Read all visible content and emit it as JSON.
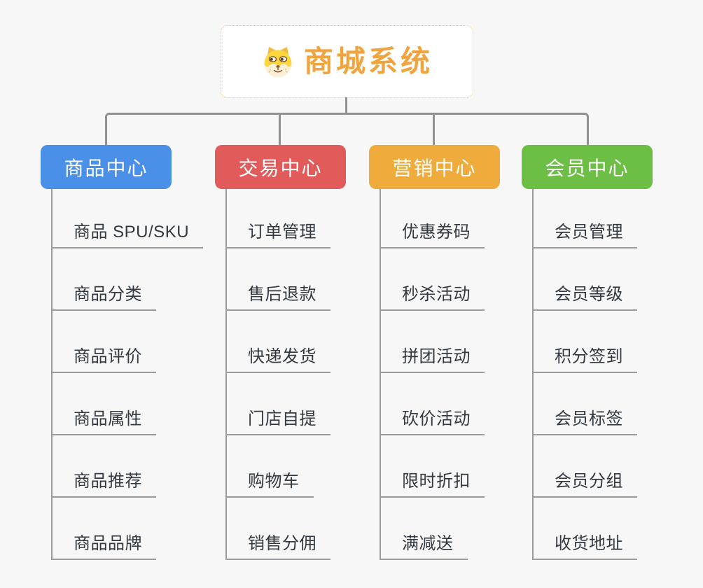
{
  "root": {
    "title": "商城系统",
    "icon": "doge-icon"
  },
  "branches": [
    {
      "label": "商品中心",
      "color": "#4A8FE8",
      "children": [
        "商品 SPU/SKU",
        "商品分类",
        "商品评价",
        "商品属性",
        "商品推荐",
        "商品品牌"
      ]
    },
    {
      "label": "交易中心",
      "color": "#E25B5B",
      "children": [
        "订单管理",
        "售后退款",
        "快递发货",
        "门店自提",
        "购物车",
        "销售分佣"
      ]
    },
    {
      "label": "营销中心",
      "color": "#EFAB3B",
      "children": [
        "优惠券码",
        "秒杀活动",
        "拼团活动",
        "砍价活动",
        "限时折扣",
        "满减送"
      ]
    },
    {
      "label": "会员中心",
      "color": "#6CBE44",
      "children": [
        "会员管理",
        "会员等级",
        "积分签到",
        "会员标签",
        "会员分组",
        "收货地址"
      ]
    }
  ],
  "colors": {
    "background": "#F7F7F7",
    "connector": "#919191",
    "leaf_line": "#9B9B9B",
    "leaf_text": "#333940",
    "root_text": "#F0A43D",
    "root_border": "#F3C57E",
    "header_text": "#FFFFFF"
  }
}
